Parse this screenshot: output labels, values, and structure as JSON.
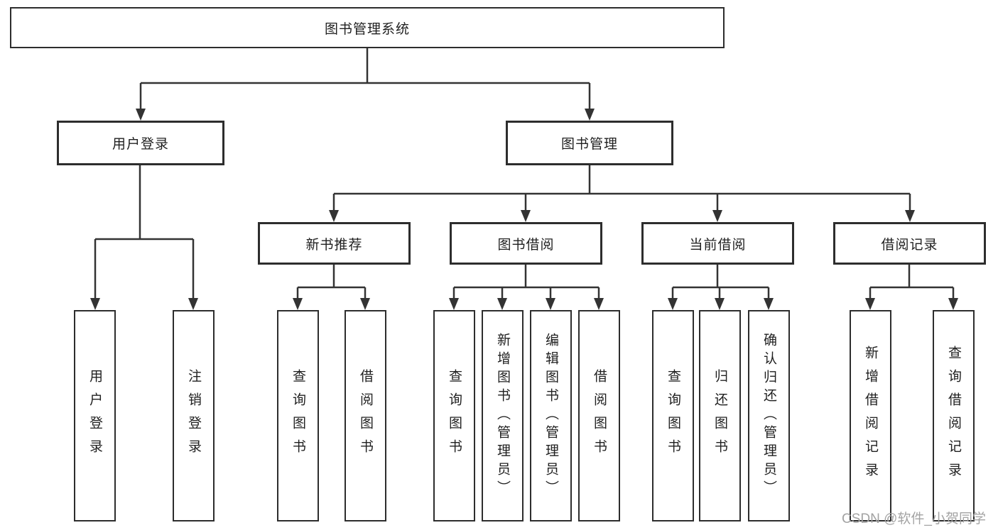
{
  "diagram": {
    "root": {
      "label": "图书管理系统"
    },
    "level2": [
      {
        "label": "用户登录"
      },
      {
        "label": "图书管理"
      }
    ],
    "level3": [
      {
        "label": "新书推荐"
      },
      {
        "label": "图书借阅"
      },
      {
        "label": "当前借阅"
      },
      {
        "label": "借阅记录"
      }
    ],
    "leaves": {
      "user_login": [
        {
          "label": "用户登录"
        },
        {
          "label": "注销登录"
        }
      ],
      "new_book": [
        {
          "label": "查询图书"
        },
        {
          "label": "借阅图书"
        }
      ],
      "book_borrowing": [
        {
          "label": "查询图书"
        },
        {
          "label": "新增图书（管理员）"
        },
        {
          "label": "编辑图书（管理员）"
        },
        {
          "label": "借阅图书"
        }
      ],
      "current_borrowing": [
        {
          "label": "查询图书"
        },
        {
          "label": "归还图书"
        },
        {
          "label": "确认归还（管理员）"
        }
      ],
      "borrowing_records": [
        {
          "label": "新增借阅记录"
        },
        {
          "label": "查询借阅记录"
        }
      ]
    },
    "watermark": "CSDN @软件_小贺同学",
    "colors": {
      "line": "#333333",
      "box_border": "#2d2d2d",
      "text": "#1f1f1f",
      "watermark": "#a3a3a3",
      "background": "#ffffff"
    }
  }
}
